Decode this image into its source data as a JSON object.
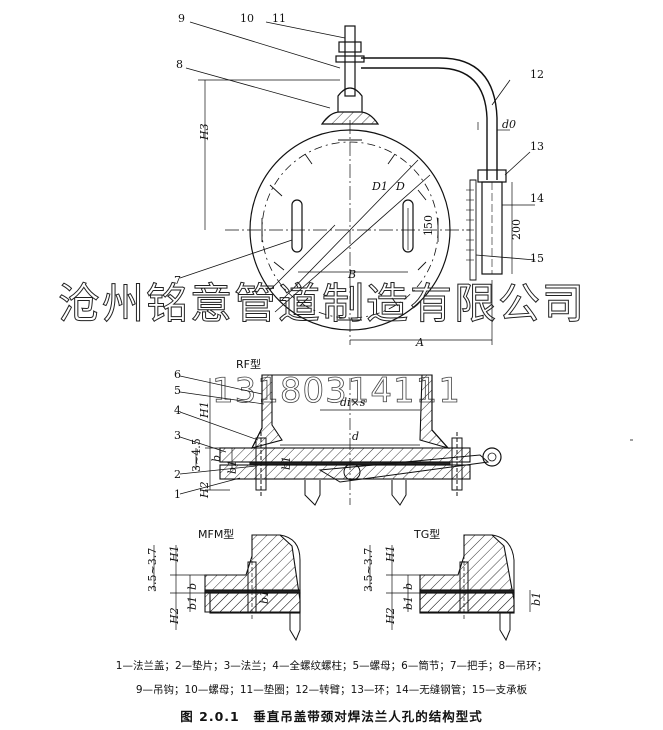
{
  "labels": {
    "n1": "1",
    "n2": "2",
    "n3": "3",
    "n4": "4",
    "n5": "5",
    "n6": "6",
    "n7": "7",
    "n8": "8",
    "n9": "9",
    "n10": "10",
    "n11": "11",
    "n12": "12",
    "n13": "13",
    "n14": "14",
    "n15": "15",
    "n1b": "1"
  },
  "dims": {
    "H3": "H3",
    "D1": "D1",
    "D": "D",
    "d0": "d0",
    "B": "B",
    "A": "A",
    "d150": "150",
    "d200": "200",
    "H1": "H1",
    "H2": "H2",
    "b": "b",
    "b1": "b1",
    "d": "d",
    "dixs": "di×s",
    "r345": "3~4.5",
    "r3537": "3.5~3.7"
  },
  "subviews": {
    "rf": "RF型",
    "mfm": "MFM型",
    "tg": "TG型"
  },
  "watermark": {
    "company": "沧州铭意管道制造有限公司",
    "phone": "13180314111"
  },
  "legend": {
    "line1": "1—法兰盖；2—垫片；3—法兰；4—全螺纹螺柱；5—螺母；6—筒节；7—把手；8—吊环；",
    "line2": "9—吊钩；10—螺母；11—垫圈；12—转臂；13—环；14—无缝钢管；15—支承板"
  },
  "caption": "图 2.0.1　垂直吊盖带颈对焊法兰人孔的结构型式"
}
